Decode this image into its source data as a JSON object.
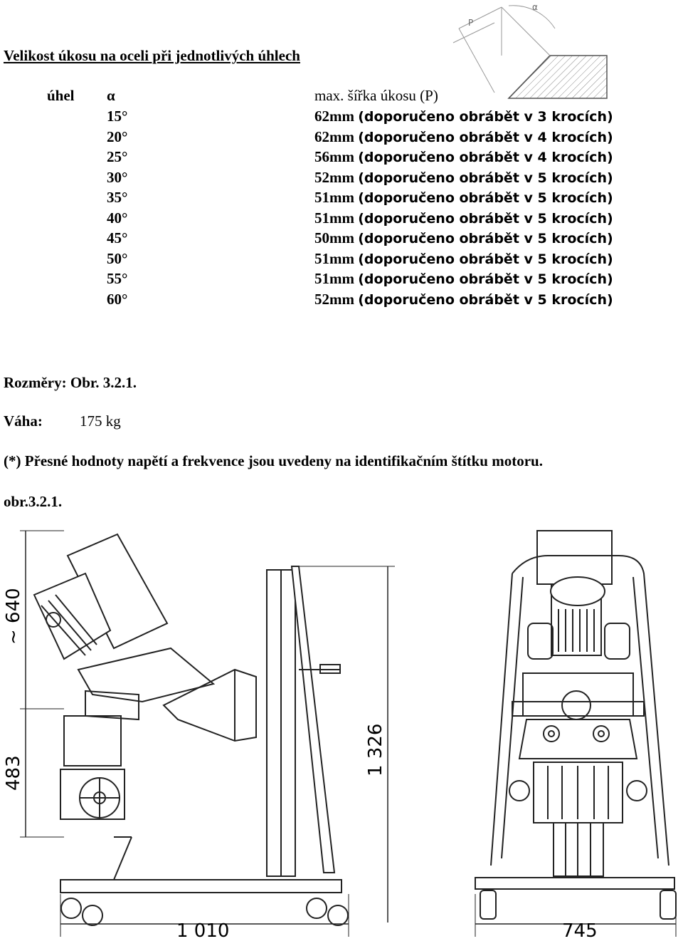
{
  "title": "Velikost úkosu na oceli při jednotlivých úhlech",
  "table": {
    "header_uhel": "úhel",
    "header_alpha": "α",
    "header_width": "max. šířka úkosu (P)",
    "rows": [
      {
        "angle": "15°",
        "mm": "62mm",
        "note": "(doporučeno obrábět v 3 krocích)"
      },
      {
        "angle": "20°",
        "mm": "62mm",
        "note": "(doporučeno obrábět v 4 krocích)"
      },
      {
        "angle": "25°",
        "mm": "56mm",
        "note": "(doporučeno obrábět v 4 krocích)"
      },
      {
        "angle": "30°",
        "mm": "52mm",
        "note": "(doporučeno obrábět v 5 krocích)"
      },
      {
        "angle": "35°",
        "mm": "51mm",
        "note": "(doporučeno obrábět v 5 krocích)"
      },
      {
        "angle": "40°",
        "mm": "51mm",
        "note": "(doporučeno obrábět v 5 krocích)"
      },
      {
        "angle": "45°",
        "mm": "50mm",
        "note": "(doporučeno obrábět v 5 krocích)"
      },
      {
        "angle": "50°",
        "mm": "51mm",
        "note": "(doporučeno obrábět v 5 krocích)"
      },
      {
        "angle": "55°",
        "mm": "51mm",
        "note": "(doporučeno obrábět v 5 krocích)"
      },
      {
        "angle": "60°",
        "mm": "52mm",
        "note": "(doporučeno obrábět v 5 krocích)"
      }
    ]
  },
  "bevel_diagram": {
    "label_p": "P",
    "label_alpha": "α"
  },
  "dimensions_ref": "Rozměry: Obr. 3.2.1.",
  "weight_label": "Váha:",
  "weight_value": "175 kg",
  "footnote": "(*) Přesné hodnoty napětí a frekvence jsou uvedeny na identifikačním štítku motoru.",
  "figure_caption": "obr.3.2.1.",
  "drawing": {
    "dim_height_upper": "~ 640",
    "dim_height_lower": "483",
    "dim_height_total": "1 326",
    "dim_length": "1 010",
    "dim_width": "745"
  }
}
